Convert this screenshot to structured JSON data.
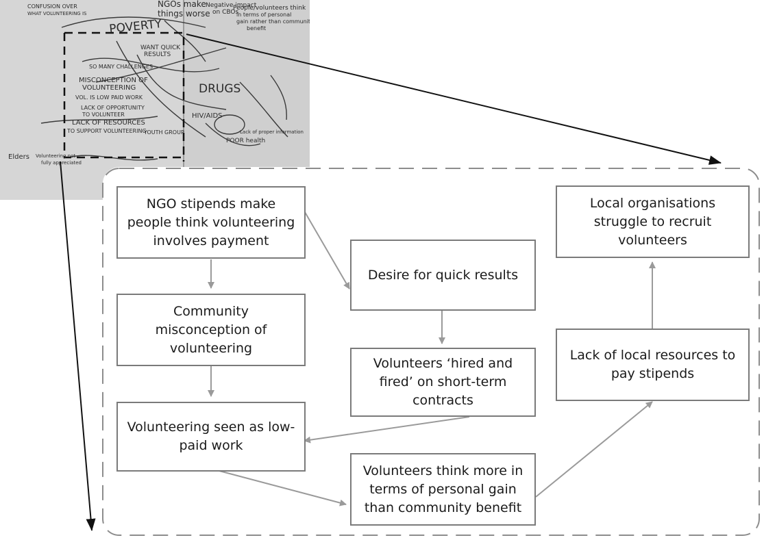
{
  "colors": {
    "node_border": "#7a7a7a",
    "flow_arrow": "#9a9a9a",
    "pointer_arrow": "#111111",
    "frame_dash": "#8c8c8c",
    "photo_paper": "#d6d6d6",
    "photo_ink": "#2b2b2b"
  },
  "photo": {
    "scribbles": [
      "CONFUSION OVER",
      "WHAT VOLUNTEERING IS",
      "NGOs make",
      "things worse",
      "Negative impact",
      "on CBOs",
      "People/volunteers think",
      "in terms of personal",
      "gain rather than community",
      "benefit",
      "POVERTY",
      "WANT QUICK",
      "RESULTS",
      "MISCONCEPTION OF",
      "VOLUNTEERING",
      "VOL. IS LOW PAID WORK",
      "LACK OF OPPORTUNITY",
      "TO VOLUNTEER",
      "LACK OF RESOURCES",
      "TO SUPPORT VOLUNTEERING",
      "DRUGS",
      "HIV/AIDS",
      "POOR health",
      "Elders",
      "Volunteering not",
      "fully appreciated",
      "YOUTH GROUP",
      "SO MANY CHALLENGES",
      "Lack of proper information"
    ]
  },
  "nodes": [
    {
      "id": "ngo_stipends",
      "text": "NGO stipends make people think volunteering involves payment"
    },
    {
      "id": "community_misconception",
      "text": "Community misconception of volunteering"
    },
    {
      "id": "low_paid_work",
      "text": "Volunteering seen as low-paid work"
    },
    {
      "id": "quick_results",
      "text": "Desire for quick results"
    },
    {
      "id": "hired_fired",
      "text": "Volunteers ‘hired and fired’ on short-term contracts"
    },
    {
      "id": "personal_gain",
      "text": "Volunteers think more in terms of personal gain than community benefit"
    },
    {
      "id": "lack_resources",
      "text": "Lack of local resources to pay stipends"
    },
    {
      "id": "struggle_recruit",
      "text": "Local organisations struggle to recruit volunteers"
    }
  ]
}
